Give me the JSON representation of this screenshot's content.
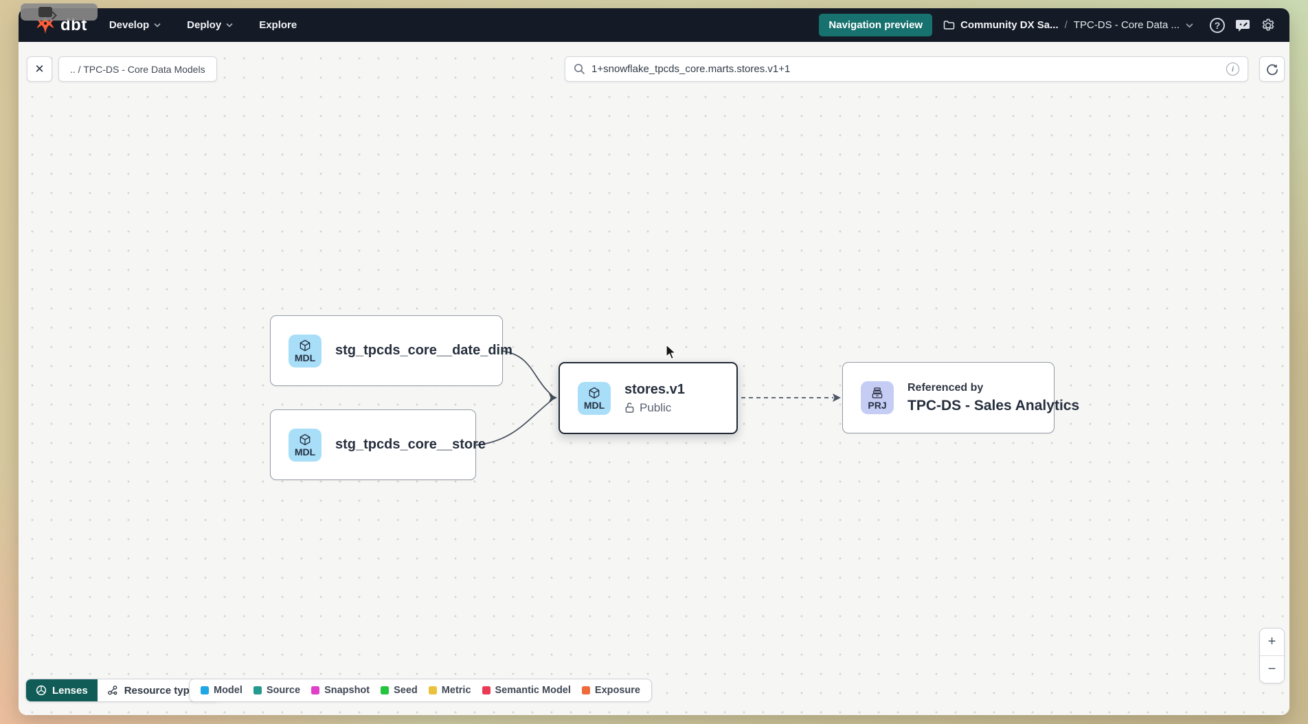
{
  "navbar": {
    "logo_text": "dbt",
    "menus": [
      {
        "label": "Develop"
      },
      {
        "label": "Deploy"
      },
      {
        "label": "Explore"
      }
    ],
    "preview_button": "Navigation preview",
    "breadcrumb": {
      "account": "Community DX Sa...",
      "separator": "/",
      "project": "TPC-DS - Core Data ..."
    },
    "help_glyph": "?"
  },
  "toolbar": {
    "close_glyph": "✕",
    "chip_label": ".. / TPC-DS - Core Data Models",
    "search_value": "1+snowflake_tpcds_core.marts.stores.v1+1",
    "info_glyph": "i"
  },
  "graph": {
    "nodes": [
      {
        "badge": "MDL",
        "label": "stg_tpcds_core__date_dim"
      },
      {
        "badge": "MDL",
        "label": "stg_tpcds_core__store"
      },
      {
        "badge": "MDL",
        "label": "stores.v1",
        "access": "Public"
      },
      {
        "badge": "PRJ",
        "sublabel": "Referenced by",
        "label": "TPC-DS - Sales Analytics"
      }
    ]
  },
  "footer": {
    "lenses_label": "Lenses",
    "resource_type_label": "Resource type",
    "legend": [
      {
        "label": "Model",
        "color": "#1ea7e4"
      },
      {
        "label": "Source",
        "color": "#23998f"
      },
      {
        "label": "Snapshot",
        "color": "#e03fc8"
      },
      {
        "label": "Seed",
        "color": "#24c53e"
      },
      {
        "label": "Metric",
        "color": "#eac23b"
      },
      {
        "label": "Semantic Model",
        "color": "#ea3a55"
      },
      {
        "label": "Exposure",
        "color": "#ee6b3b"
      }
    ],
    "zoom_in_glyph": "+",
    "zoom_out_glyph": "−"
  },
  "colors": {
    "accent_teal": "#17716f",
    "lenses_teal": "#115c56",
    "brand_orange": "#ff5e38",
    "navbar_bg": "#141a26"
  }
}
